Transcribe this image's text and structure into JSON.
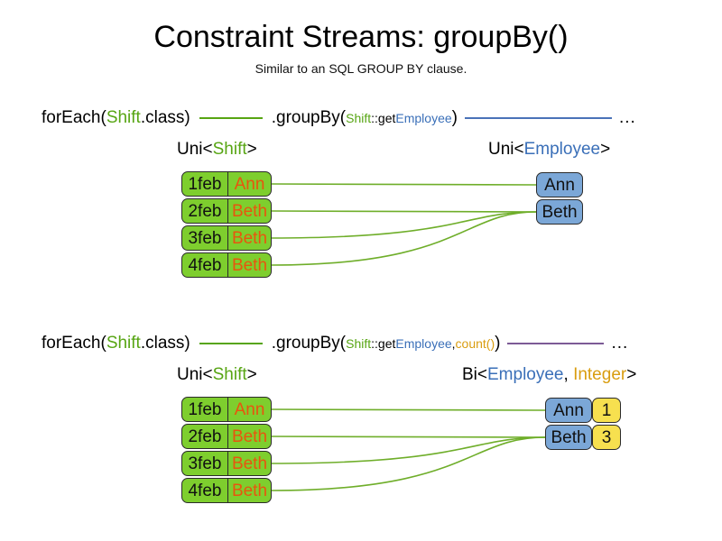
{
  "header": {
    "title": "Constraint Streams: groupBy()",
    "subtitle": "Similar to an SQL GROUP BY clause."
  },
  "colors": {
    "shift_green": "#7ece2e",
    "employee_blue": "#7ba7d7",
    "count_yellow": "#f7e04f",
    "name_orange": "#e8550e",
    "code_green": "#57a513",
    "code_blue": "#3a6fb8",
    "code_gold": "#d99d10",
    "line_green": "#6fae2a",
    "line_blue": "#4a72b8",
    "line_purple": "#7c5b96",
    "stroke": "#2b2b2b",
    "background": "#ffffff"
  },
  "diagrams": [
    {
      "id": "groupby-single",
      "code": {
        "for_each_open": "forEach(",
        "for_each_type": "Shift",
        "for_each_close": ".class)",
        "group_by_open": ".groupBy(",
        "ref_owner": "Shift",
        "ref_sep": "::get",
        "ref_prop": "Employee",
        "group_by_close": ")",
        "ellipsis": "..."
      },
      "left_type": {
        "prefix": "Uni<",
        "param": "Shift",
        "suffix": ">"
      },
      "right_type": {
        "prefix": "Uni<",
        "param": "Employee",
        "suffix": ">"
      },
      "shifts": [
        {
          "date": "1feb",
          "name": "Ann"
        },
        {
          "date": "2feb",
          "name": "Beth"
        },
        {
          "date": "3feb",
          "name": "Beth"
        },
        {
          "date": "4feb",
          "name": "Beth"
        }
      ],
      "groups": [
        {
          "employee": "Ann",
          "count": null
        },
        {
          "employee": "Beth",
          "count": null
        }
      ],
      "mapping": [
        0,
        1,
        1,
        1
      ]
    },
    {
      "id": "groupby-count",
      "code": {
        "for_each_open": "forEach(",
        "for_each_type": "Shift",
        "for_each_close": ".class)",
        "group_by_open": ".groupBy(",
        "ref_owner": "Shift",
        "ref_sep": "::get",
        "ref_prop": "Employee",
        "arg_sep": ", ",
        "collector": "count()",
        "group_by_close": ")",
        "ellipsis": "..."
      },
      "left_type": {
        "prefix": "Uni<",
        "param": "Shift",
        "suffix": ">"
      },
      "right_type": {
        "prefix": "Bi<",
        "param": "Employee",
        "sep": ", ",
        "param2": "Integer",
        "suffix": ">"
      },
      "shifts": [
        {
          "date": "1feb",
          "name": "Ann"
        },
        {
          "date": "2feb",
          "name": "Beth"
        },
        {
          "date": "3feb",
          "name": "Beth"
        },
        {
          "date": "4feb",
          "name": "Beth"
        }
      ],
      "groups": [
        {
          "employee": "Ann",
          "count": "1"
        },
        {
          "employee": "Beth",
          "count": "3"
        }
      ],
      "mapping": [
        0,
        1,
        1,
        1
      ]
    }
  ]
}
